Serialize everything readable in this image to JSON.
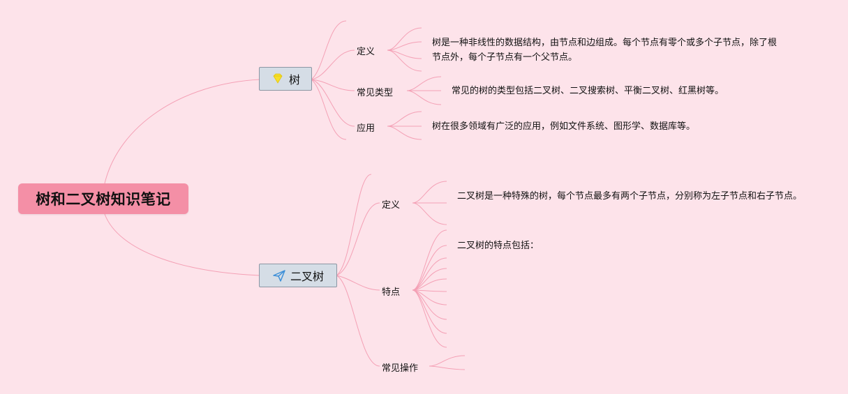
{
  "root": {
    "title": "树和二叉树知识笔记"
  },
  "topics": {
    "tree": {
      "label": "树",
      "icon": "diamond-icon",
      "subs": [
        {
          "label": "定义",
          "text": "树是一种非线性的数据结构，由节点和边组成。每个节点有零个或多个子节点，除了根节点外，每个子节点有一个父节点。"
        },
        {
          "label": "常见类型",
          "text": "常见的树的类型包括二叉树、二叉搜索树、平衡二叉树、红黑树等。"
        },
        {
          "label": "应用",
          "text": "树在很多领域有广泛的应用，例如文件系统、图形学、数据库等。"
        }
      ]
    },
    "binary_tree": {
      "label": "二叉树",
      "icon": "paper-plane-icon",
      "subs": [
        {
          "label": "定义",
          "text": "二叉树是一种特殊的树，每个节点最多有两个子节点，分别称为左子节点和右子节点。"
        },
        {
          "label": "特点",
          "text": "二叉树的特点包括："
        },
        {
          "label": "常见操作",
          "text": ""
        }
      ]
    }
  },
  "colors": {
    "background": "#fde3ea",
    "root_fill": "#f48fa6",
    "topic_fill": "#d5dde6",
    "topic_border": "#8b96a3",
    "branch_line": "#f4a0b5",
    "diamond": "#f7df2a",
    "plane": "#3d8fd8"
  }
}
